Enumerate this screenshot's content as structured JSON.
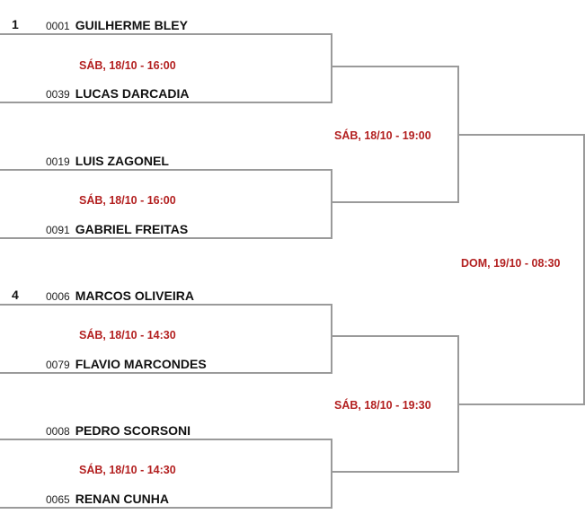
{
  "round1": [
    {
      "date": "SÁB, 18/10 - 16:00",
      "players": [
        {
          "seed": "1",
          "code": "0001",
          "name": "GUILHERME BLEY"
        },
        {
          "seed": "",
          "code": "0039",
          "name": "LUCAS DARCADIA"
        }
      ]
    },
    {
      "date": "SÁB, 18/10 - 16:00",
      "players": [
        {
          "seed": "",
          "code": "0019",
          "name": "LUIS ZAGONEL"
        },
        {
          "seed": "",
          "code": "0091",
          "name": "GABRIEL FREITAS"
        }
      ]
    },
    {
      "date": "SÁB, 18/10 - 14:30",
      "players": [
        {
          "seed": "4",
          "code": "0006",
          "name": "MARCOS OLIVEIRA"
        },
        {
          "seed": "",
          "code": "0079",
          "name": "FLAVIO MARCONDES"
        }
      ]
    },
    {
      "date": "SÁB, 18/10 - 14:30",
      "players": [
        {
          "seed": "",
          "code": "0008",
          "name": "PEDRO SCORSONI"
        },
        {
          "seed": "",
          "code": "0065",
          "name": "RENAN CUNHA"
        }
      ]
    }
  ],
  "round2": [
    {
      "date": "SÁB, 18/10 - 19:00"
    },
    {
      "date": "SÁB, 18/10 - 19:30"
    }
  ],
  "final": {
    "date": "DOM, 19/10 - 08:30"
  }
}
